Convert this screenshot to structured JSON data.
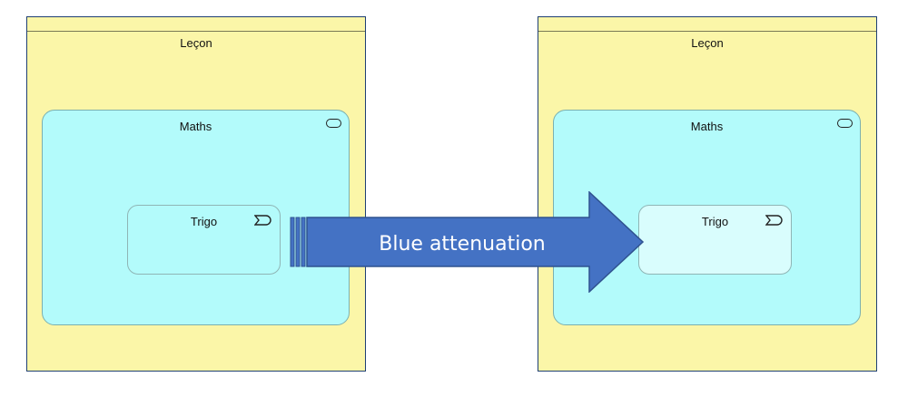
{
  "left_diagram": {
    "outer_title": "Leçon",
    "group_title": "Maths",
    "group_icon": "rounded-rectangle-icon",
    "item_title": "Trigo",
    "item_icon": "event-icon",
    "item_fill": "#b3fbfb"
  },
  "right_diagram": {
    "outer_title": "Leçon",
    "group_title": "Maths",
    "group_icon": "rounded-rectangle-icon",
    "item_title": "Trigo",
    "item_icon": "event-icon",
    "item_fill": "#d9fdfd"
  },
  "arrow": {
    "label": "Blue attenuation",
    "fill": "#4472c4",
    "stroke": "#2f528f"
  },
  "colors": {
    "outer_fill": "#fbf6a8",
    "group_fill": "#b3fbfb"
  }
}
